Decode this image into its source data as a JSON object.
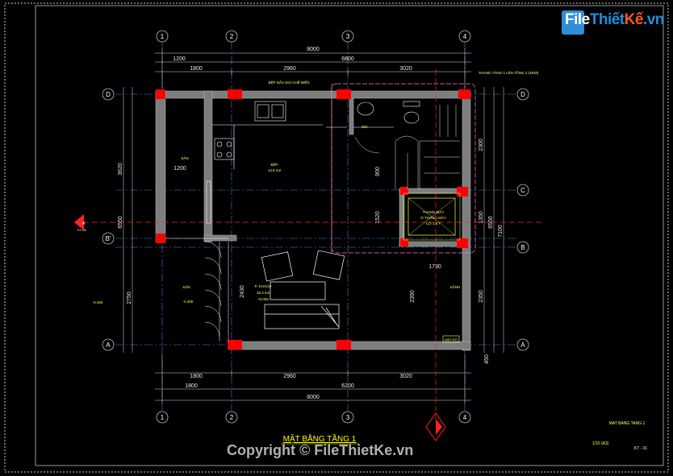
{
  "watermark": {
    "logo_file": "File",
    "logo_thiet": "Thiết",
    "logo_ke": "Kế",
    "logo_vn": ".vn",
    "copyright": "Copyright © FileThietKe.vn"
  },
  "drawing": {
    "title": "MẶT BẰNG TẦNG 1",
    "sheet_title": "MAT BANG TANG 1",
    "scale": "1/10 (A3)",
    "sheet_no": "KT - 01",
    "section_mark": "A",
    "section_ref": "KT-05"
  },
  "grid": {
    "columns": [
      "1",
      "2",
      "3",
      "4"
    ],
    "rows": [
      "D",
      "C",
      "B'",
      "B",
      "A"
    ]
  },
  "dims": {
    "top_overall": "8000",
    "top_mid": "6800",
    "top_left": "1200",
    "top_seg": [
      "1800",
      "2960",
      "3020"
    ],
    "bottom_seg": [
      "1800",
      "2960",
      "3020"
    ],
    "bottom_mid": "6200",
    "bottom_left": "1800",
    "bottom_overall": "8000",
    "left": [
      "3620",
      "6550",
      "2750"
    ],
    "right": [
      "2300",
      "7100",
      "6550",
      "1350",
      "2350",
      "450"
    ],
    "inner": [
      "1200",
      "900",
      "1520",
      "1730",
      "2430",
      "2390"
    ]
  },
  "rooms": {
    "kitchen": "BẾP",
    "kitchen_area": "13.8 m2",
    "living": "P. KHÁCH",
    "living_area": "18.3 m2",
    "yard": "SÂN",
    "yard2": "SÂN",
    "wc": "WC",
    "stair": "THANG MÁY",
    "stair2": "SẢNH",
    "lift": "Ô THANG MÁY",
    "lift_area": "CÓ 1.8 T",
    "level1": "+0.000",
    "level2": "-0.450",
    "level3": "-0.300",
    "kitchen_note": "BẾP NẤU ĐẠI CHẾ BIẾN",
    "top_note": "THANG TĂNG 1 LÊN TẦNG 2 (XEM)",
    "corner_tag": "BẢO ĐỎ"
  },
  "colors": {
    "grid_line": "#4a7fd4",
    "wall": "#9a9a9a",
    "column": "#ff0000",
    "dim": "#ffffff",
    "section": "#ff2020",
    "furniture": "#ffffff",
    "stair_line": "#ff77ff"
  }
}
